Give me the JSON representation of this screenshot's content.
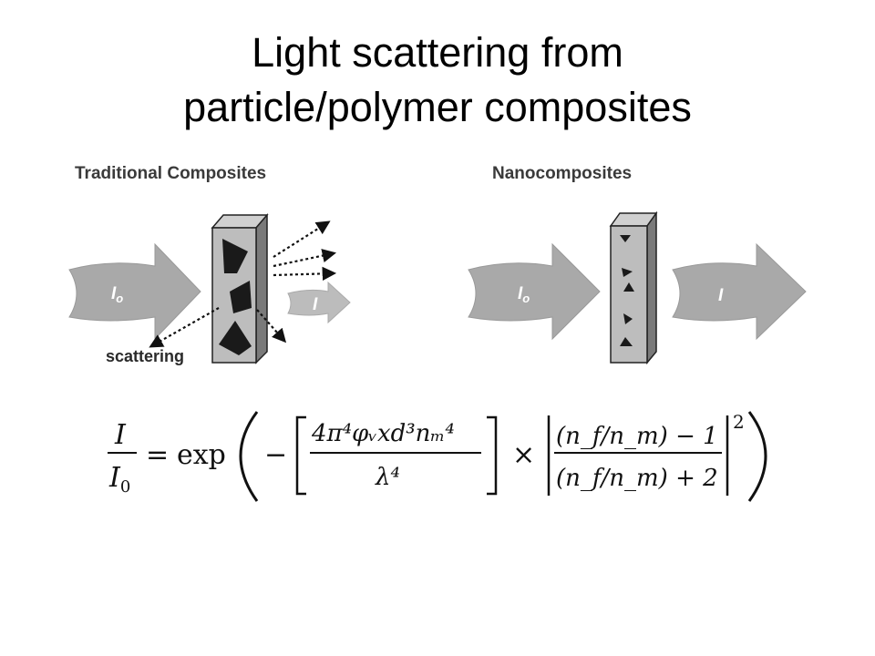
{
  "slide": {
    "title_line1": "Light scattering from",
    "title_line2": "particle/polymer composites"
  },
  "diagram": {
    "left_panel_label": "Traditional Composites",
    "right_panel_label": "Nanocomposites",
    "incident_label": "I",
    "incident_sub": "o",
    "transmitted_label": "I",
    "scattering_label": "scattering"
  },
  "equation": {
    "lhs_num": "I",
    "lhs_den": "I",
    "lhs_den_sub": "0",
    "eq": "=",
    "func": "exp",
    "minus": "−",
    "numerator": "4π⁴φᵥxd³nₘ⁴",
    "denominator": "λ⁴",
    "times": "×",
    "frac2_num": "(n_f/n_m) − 1",
    "frac2_den": "(n_f/n_m) + 2",
    "power": "2"
  },
  "colors": {
    "arrow_fill": "#a9a9a9",
    "block_fill": "#bdbdbd",
    "block_side": "#7a7a7a",
    "particle": "#1a1a1a"
  }
}
